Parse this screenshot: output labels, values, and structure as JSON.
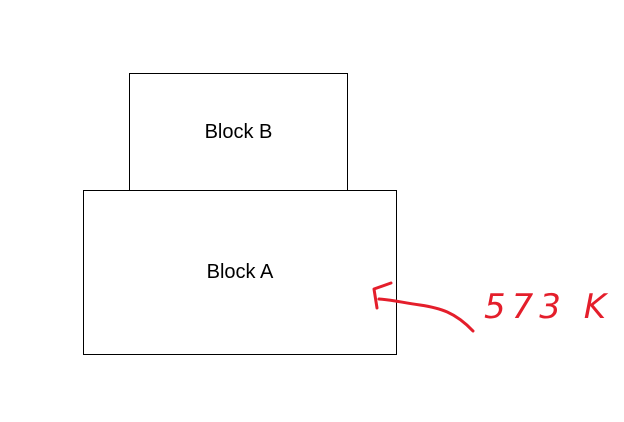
{
  "blocks": {
    "a": {
      "label": "Block A"
    },
    "b": {
      "label": "Block B"
    }
  },
  "annotation": {
    "text": "573 K",
    "color": "#e41e2b"
  }
}
